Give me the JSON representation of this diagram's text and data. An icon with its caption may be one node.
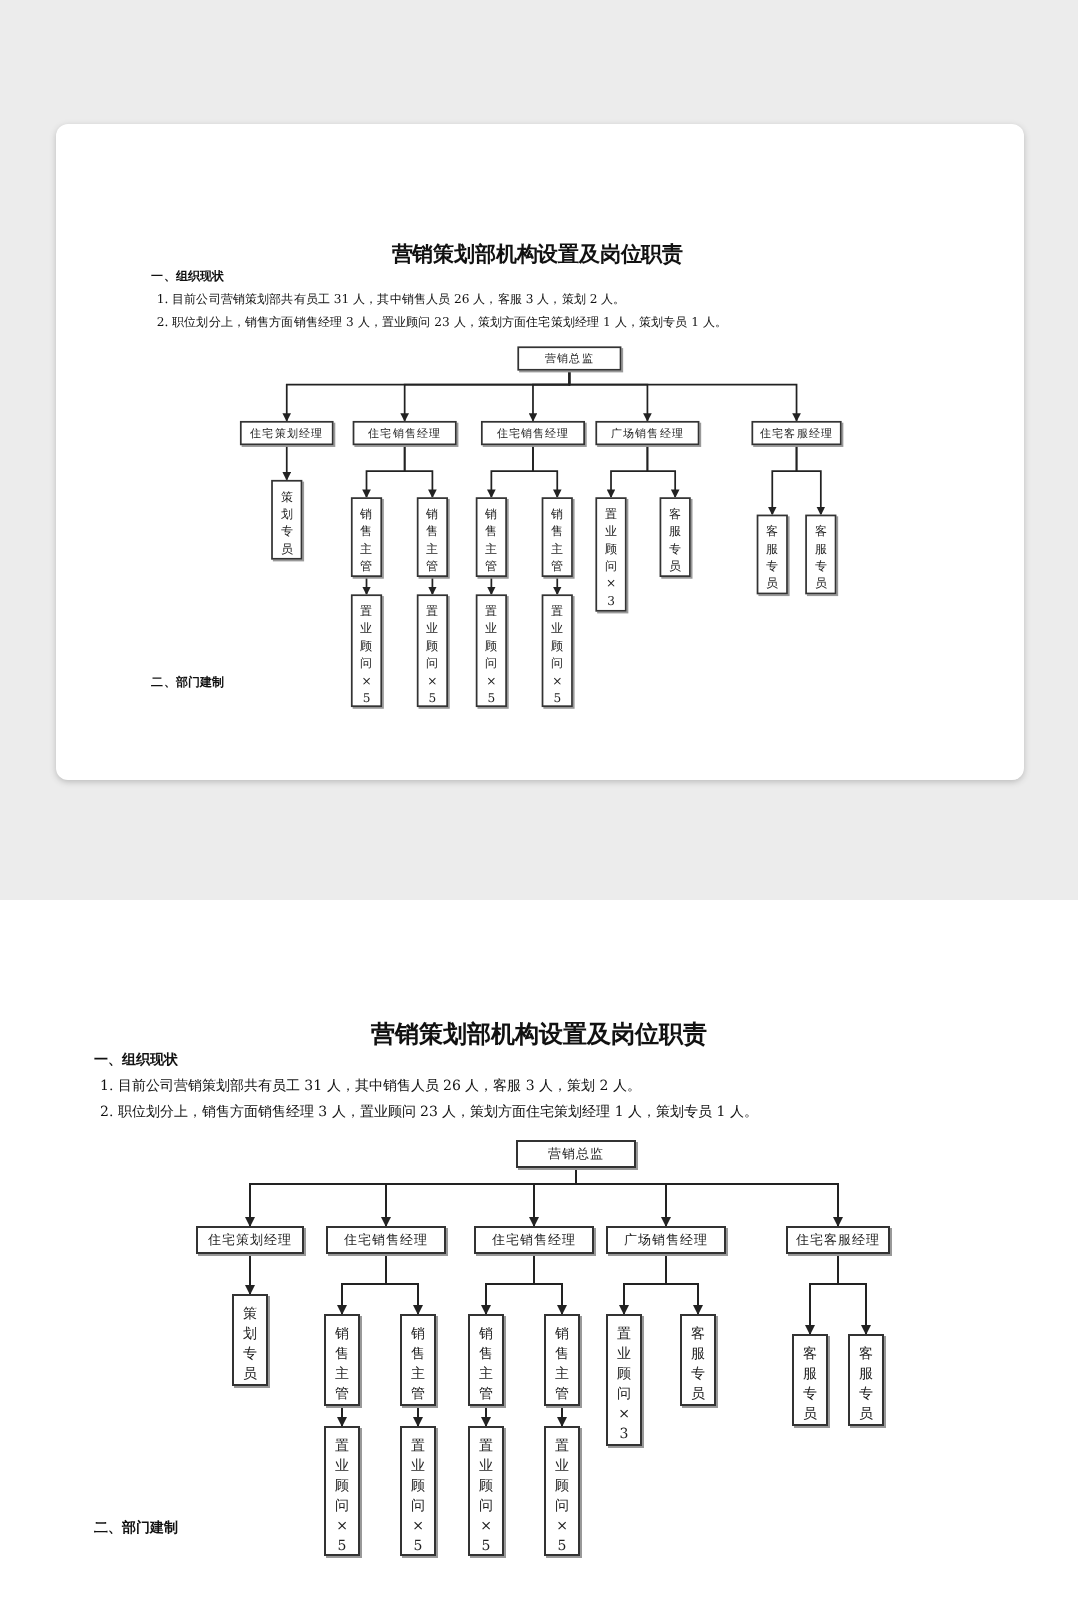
{
  "diagram": {
    "nodes": [
      {
        "text": [
          "营销总监"
        ]
      },
      {
        "text": [
          "住宅策划经理"
        ]
      },
      {
        "text": [
          "住宅销售经理"
        ]
      },
      {
        "text": [
          "住宅销售经理"
        ]
      },
      {
        "text": [
          "广场销售经理"
        ]
      },
      {
        "text": [
          "住宅客服经理"
        ]
      },
      {
        "text": [
          "策划专员"
        ]
      },
      {
        "text": [
          "销售主管"
        ]
      },
      {
        "text": [
          "销售主管"
        ]
      },
      {
        "text": [
          "销售主管"
        ]
      },
      {
        "text": [
          "销售主管"
        ]
      },
      {
        "text": [
          "置业顾问×3"
        ]
      },
      {
        "text": [
          "客服专员"
        ]
      },
      {
        "text": [
          "客服专员"
        ]
      },
      {
        "text": [
          "客服专员"
        ]
      },
      {
        "text": [
          "置业顾问×5"
        ]
      },
      {
        "text": [
          "置业顾问×5"
        ]
      },
      {
        "text": [
          "置业顾问×5"
        ]
      },
      {
        "text": [
          "置业顾问×5"
        ]
      },
      {
        "text": [
          "营销总监"
        ]
      },
      {
        "text": [
          "住宅策划经理"
        ]
      },
      {
        "text": [
          "住宅销售经理"
        ]
      },
      {
        "text": [
          "住宅销售经理"
        ]
      },
      {
        "text": [
          "广场销售经理"
        ]
      },
      {
        "text": [
          "住宅客服经理"
        ]
      },
      {
        "text": [
          "策划专员"
        ]
      },
      {
        "text": [
          "销售主管"
        ]
      },
      {
        "text": [
          "销售主管"
        ]
      },
      {
        "text": [
          "销售主管"
        ]
      },
      {
        "text": [
          "销售主管"
        ]
      },
      {
        "text": [
          "置业顾问×3"
        ]
      },
      {
        "text": [
          "客服专员"
        ]
      },
      {
        "text": [
          "客服专员"
        ]
      },
      {
        "text": [
          "客服专员"
        ]
      },
      {
        "text": [
          "置业顾问×5"
        ]
      },
      {
        "text": [
          "置业顾问×5"
        ]
      },
      {
        "text": [
          "置业顾问×5"
        ]
      },
      {
        "text": [
          "置业顾问×5"
        ]
      }
    ],
    "edges": [
      {
        "from": 0,
        "to": 1,
        "arrow": "to"
      },
      {
        "from": 0,
        "to": 2,
        "arrow": "to"
      },
      {
        "from": 0,
        "to": 3,
        "arrow": "to"
      },
      {
        "from": 0,
        "to": 4,
        "arrow": "to"
      },
      {
        "from": 0,
        "to": 5,
        "arrow": "to"
      },
      {
        "from": 1,
        "to": 6,
        "arrow": "to"
      },
      {
        "from": 2,
        "to": 7,
        "arrow": "to"
      },
      {
        "from": 2,
        "to": 8,
        "arrow": "to"
      },
      {
        "from": 3,
        "to": 9,
        "arrow": "to"
      },
      {
        "from": 3,
        "to": 10,
        "arrow": "to"
      },
      {
        "from": 4,
        "to": 11,
        "arrow": "to"
      },
      {
        "from": 4,
        "to": 12,
        "arrow": "to"
      },
      {
        "from": 5,
        "to": 13,
        "arrow": "to"
      },
      {
        "from": 5,
        "to": 14,
        "arrow": "to"
      },
      {
        "from": 7,
        "to": 15,
        "arrow": "to"
      },
      {
        "from": 8,
        "to": 16,
        "arrow": "to"
      },
      {
        "from": 9,
        "to": 17,
        "arrow": "to"
      },
      {
        "from": 10,
        "to": 18,
        "arrow": "to"
      },
      {
        "from": 19,
        "to": 20,
        "arrow": "to"
      },
      {
        "from": 19,
        "to": 21,
        "arrow": "to"
      },
      {
        "from": 19,
        "to": 22,
        "arrow": "to"
      },
      {
        "from": 19,
        "to": 23,
        "arrow": "to"
      },
      {
        "from": 19,
        "to": 24,
        "arrow": "to"
      },
      {
        "from": 20,
        "to": 25,
        "arrow": "to"
      },
      {
        "from": 21,
        "to": 26,
        "arrow": "to"
      },
      {
        "from": 21,
        "to": 27,
        "arrow": "to"
      },
      {
        "from": 22,
        "to": 28,
        "arrow": "to"
      },
      {
        "from": 22,
        "to": 29,
        "arrow": "to"
      },
      {
        "from": 23,
        "to": 30,
        "arrow": "to"
      },
      {
        "from": 23,
        "to": 31,
        "arrow": "to"
      },
      {
        "from": 24,
        "to": 32,
        "arrow": "to"
      },
      {
        "from": 24,
        "to": 33,
        "arrow": "to"
      },
      {
        "from": 26,
        "to": 34,
        "arrow": "to"
      },
      {
        "from": 27,
        "to": 35,
        "arrow": "to"
      },
      {
        "from": 28,
        "to": 36,
        "arrow": "to"
      },
      {
        "from": 29,
        "to": 37,
        "arrow": "to"
      }
    ],
    "labels": [
      "营销策划部机构设置及岗位职责",
      "一、组织现状",
      "1. 目前公司营销策划部共有员工 31 人，其中销售人员 26 人，客服 3 人，策划 2 人。",
      "2. 职位划分上，销售方面销售经理 3 人，置业顾问 23 人，策划方面住宅策划经理 1 人，策划专员 1 人。",
      "二、部门建制",
      "营销策划部机构设置及岗位职责",
      "一、组织现状",
      "1. 目前公司营销策划部共有员工 31 人，其中销售人员 26 人，客服 3 人，策划 2 人。",
      "2. 职位划分上，销售方面销售经理 3 人，置业顾问 23 人，策划方面住宅策划经理 1 人，策划专员 1 人。",
      "二、部门建制"
    ]
  }
}
